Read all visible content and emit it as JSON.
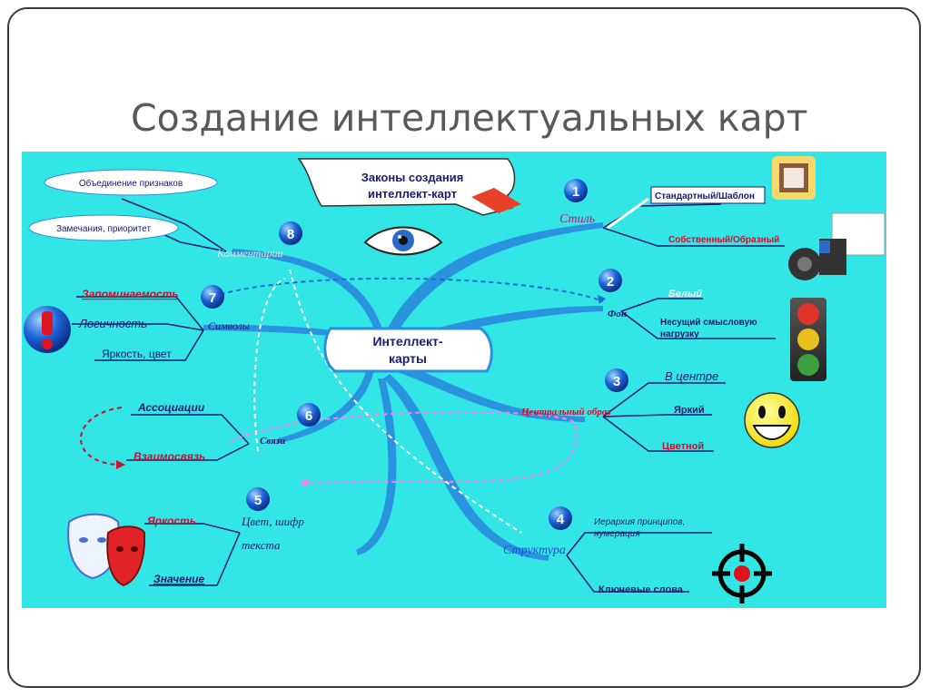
{
  "slide": {
    "title": "Создание интеллектуальных карт"
  },
  "map": {
    "header_banner": {
      "line1": "Законы создания",
      "line2": "интеллект-карт"
    },
    "center": {
      "line1": "Интеллект-",
      "line2": "карты"
    },
    "branches": [
      {
        "number": "1",
        "label": "Стиль",
        "items": [
          "Стандартный/Шаблон",
          "Собственный/Образный"
        ]
      },
      {
        "number": "2",
        "label": "Фон",
        "items": [
          "Белый",
          "Несущий смысловую",
          "нагрузку"
        ]
      },
      {
        "number": "3",
        "label": "Центральный образ",
        "items": [
          "В центре",
          "Яркий",
          "Цветной"
        ]
      },
      {
        "number": "4",
        "label": "Структура",
        "items": [
          "Иерархия принципов,",
          "нумерация",
          "Ключевые слова"
        ]
      },
      {
        "number": "5",
        "label": "Цвет, шифр",
        "label2": "текста",
        "items": [
          "Яркость",
          "Значение"
        ]
      },
      {
        "number": "6",
        "label": "Связи",
        "items": [
          "Ассоциации",
          "Взаимосвязь"
        ]
      },
      {
        "number": "7",
        "label": "Символы",
        "items": [
          "Запоминаемость",
          "Логичность",
          "Яркость, цвет"
        ]
      },
      {
        "number": "8",
        "label": "Комментарии",
        "items": [
          "Объединение признаков",
          "Замечания, приоритет"
        ]
      }
    ],
    "colors": {
      "background": "#33e6e6",
      "branch": "#2a8fe0",
      "number_ball": "#1a5fd0",
      "red_text": "#d21a1a",
      "dark_text": "#1b1b70"
    },
    "icons": [
      "eye-icon",
      "picture-frame-icon",
      "paint-roller-icon",
      "traffic-light-icon",
      "smiley-icon",
      "target-icon",
      "exclamation-icon",
      "theatre-masks-icon"
    ]
  }
}
